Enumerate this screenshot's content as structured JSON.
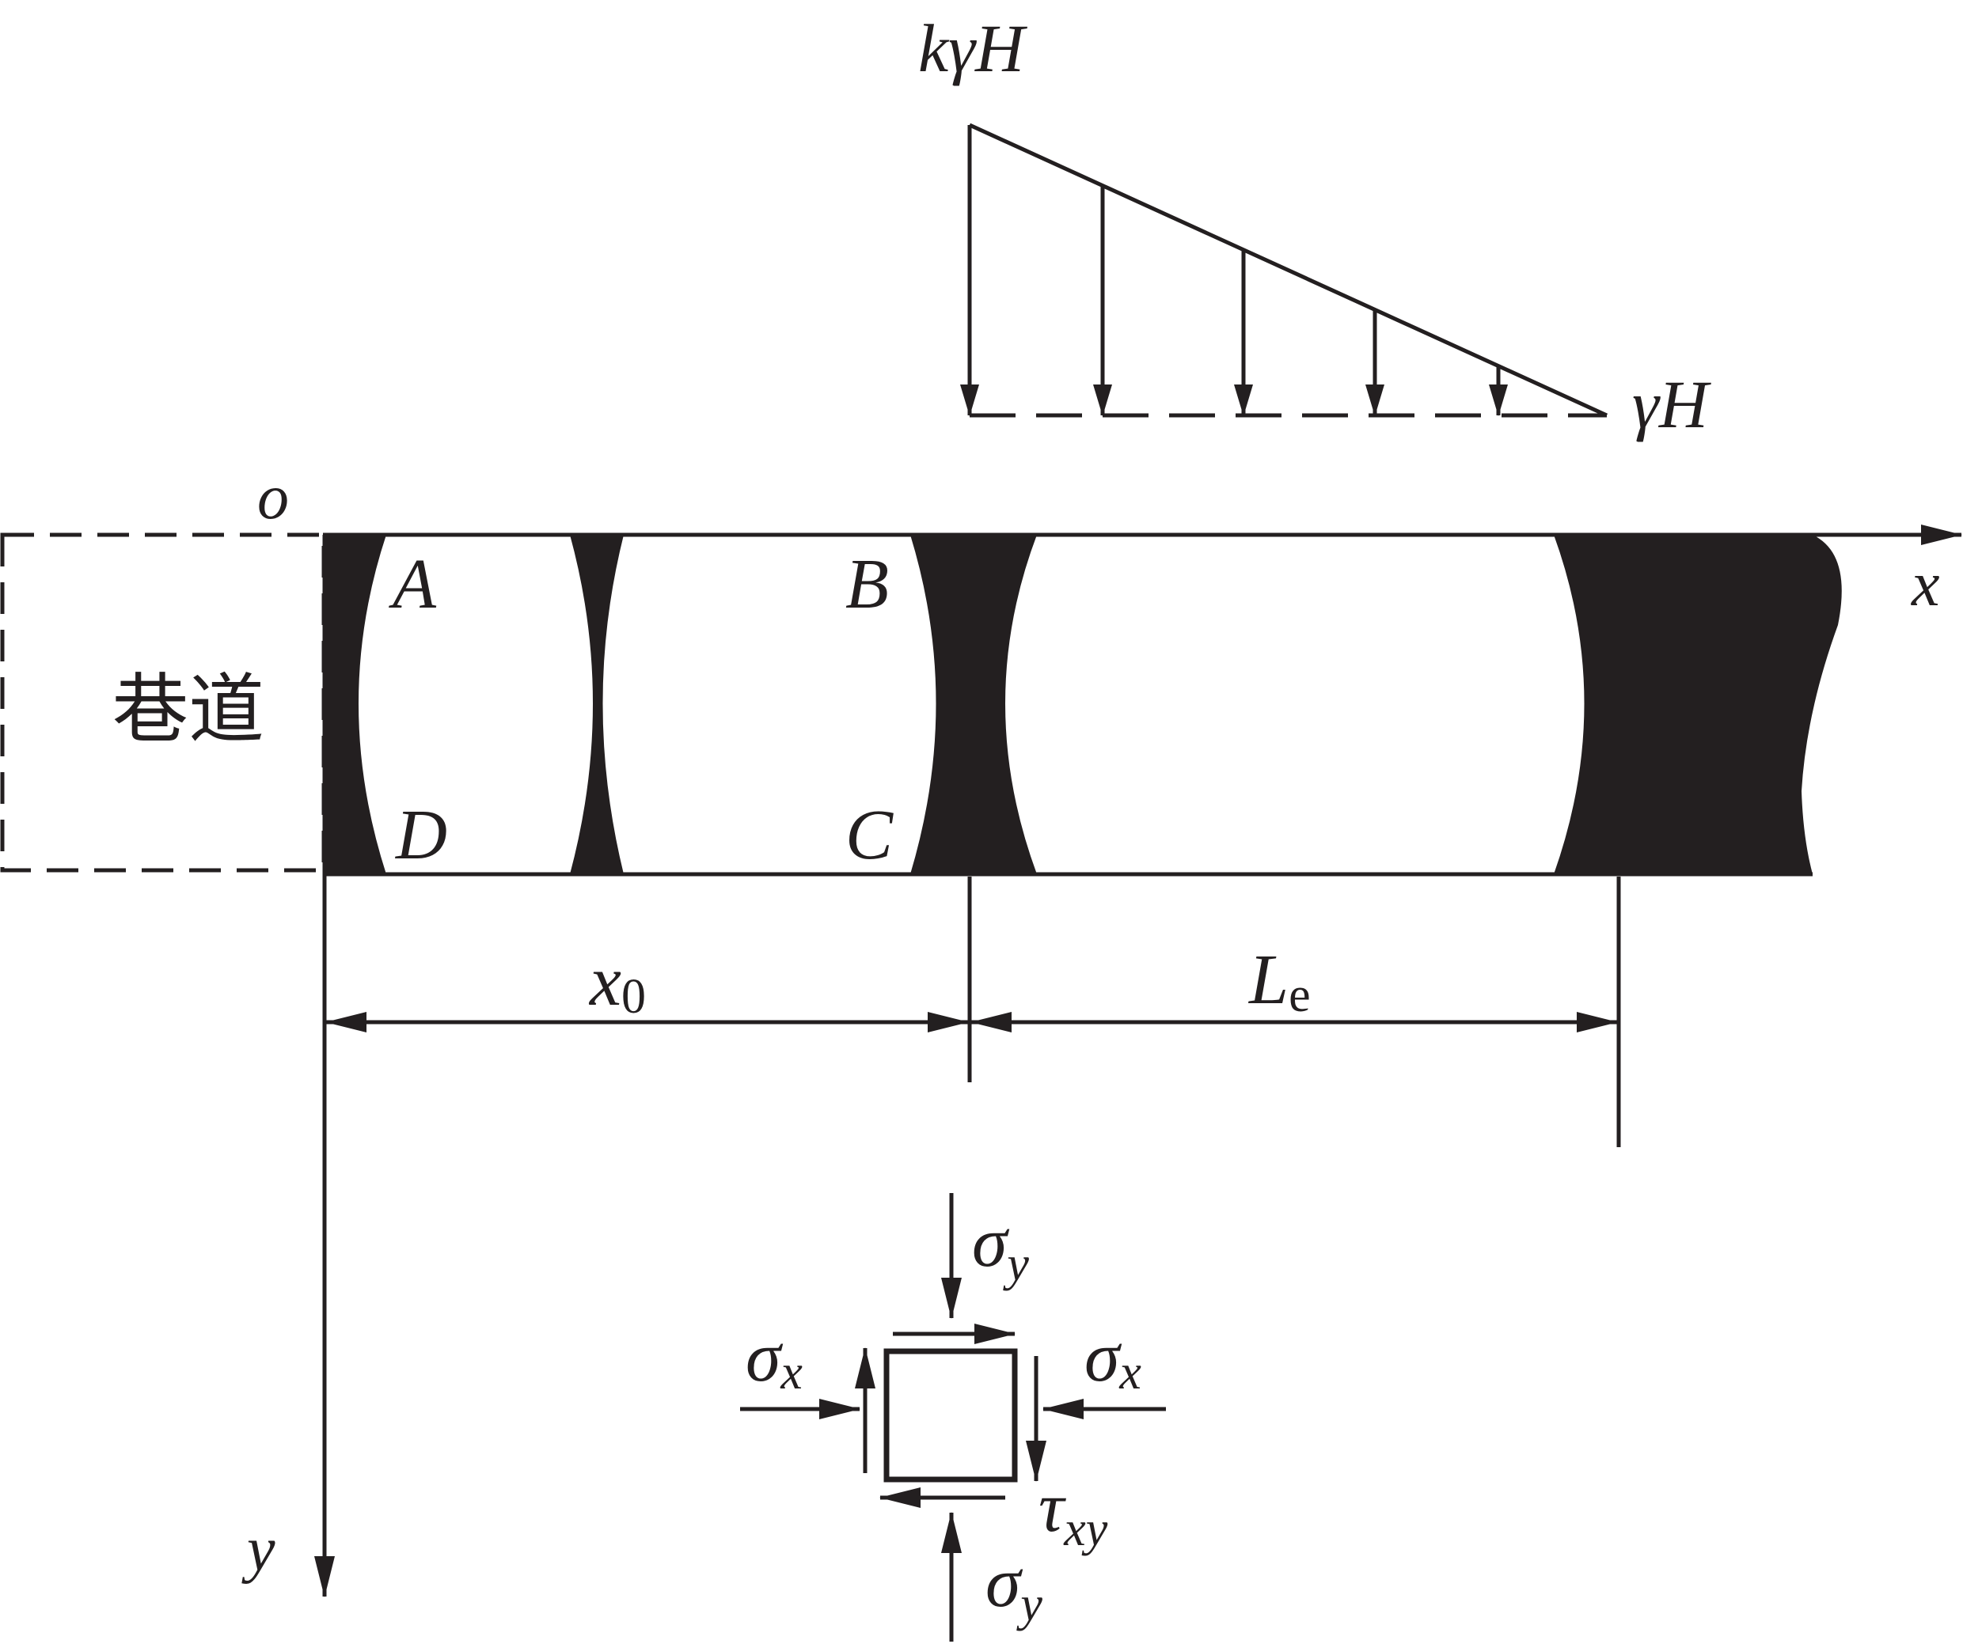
{
  "load": {
    "top_label": "kγH",
    "end_label": "γH"
  },
  "axes": {
    "origin": "o",
    "x": "x",
    "y": "y"
  },
  "roadway_label": "巷道",
  "points": {
    "a": "A",
    "b": "B",
    "c": "C",
    "d": "D"
  },
  "dimensions": {
    "x0_main": "x",
    "x0_sub": "0",
    "le_main": "L",
    "le_sub": "e"
  },
  "stress_element": {
    "sigma_y_top": {
      "main": "σ",
      "sub": "y"
    },
    "sigma_y_bottom": {
      "main": "σ",
      "sub": "y"
    },
    "sigma_x_left": {
      "main": "σ",
      "sub": "x"
    },
    "sigma_x_right": {
      "main": "σ",
      "sub": "x"
    },
    "tau": {
      "main": "τ",
      "sub": "xy"
    }
  },
  "colors": {
    "ink": "#231f20",
    "background": "#ffffff"
  }
}
